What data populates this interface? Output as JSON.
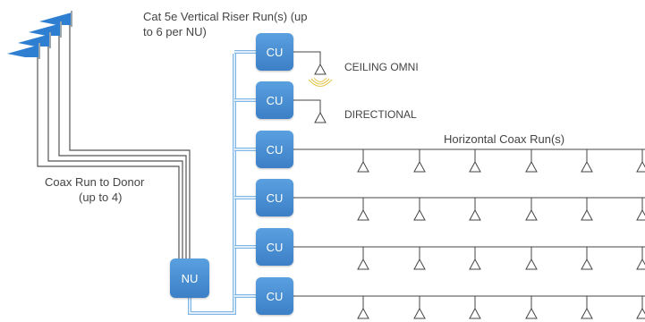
{
  "colors": {
    "unit_fill": "#3c7fc6",
    "unit_fill_light": "#5aa0e0",
    "riser_line": "#7fb6e6",
    "coax_line": "#555555",
    "antenna_line": "#444444",
    "flag_blue": "#2e7fd2",
    "signal_wave": "#e6c44a"
  },
  "labels": {
    "riser_label_line1": "Cat 5e Vertical Riser Run(s) (up",
    "riser_label_line2": "to 6 per NU)",
    "ceiling_omni": "CEILING OMNI",
    "directional": "DIRECTIONAL",
    "horizontal_coax": "Horizontal Coax Run(s)",
    "donor_line1": "Coax Run to Donor",
    "donor_line2": "(up to 4)"
  },
  "network_unit": {
    "label": "NU"
  },
  "coverage_units": [
    {
      "label": "CU",
      "antenna": "ceiling-omni"
    },
    {
      "label": "CU",
      "antenna": "directional"
    },
    {
      "label": "CU",
      "antenna": "horizontal-run"
    },
    {
      "label": "CU",
      "antenna": "horizontal-run"
    },
    {
      "label": "CU",
      "antenna": "horizontal-run"
    },
    {
      "label": "CU",
      "antenna": "horizontal-run"
    }
  ],
  "donor_antennas": [
    {
      "name": "donor-antenna-1"
    },
    {
      "name": "donor-antenna-2"
    },
    {
      "name": "donor-antenna-3"
    },
    {
      "name": "donor-antenna-4"
    }
  ]
}
